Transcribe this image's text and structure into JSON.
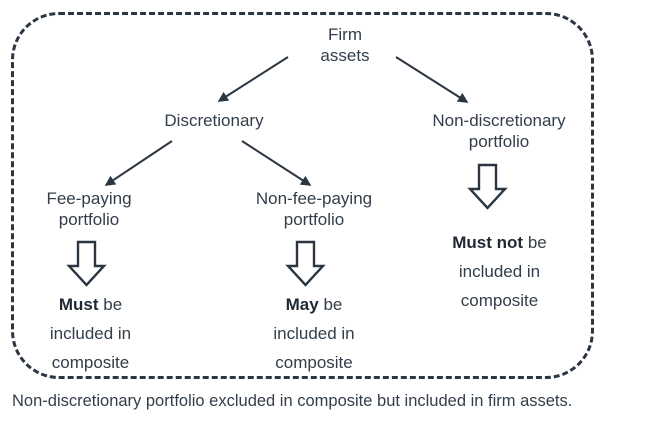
{
  "diagram": {
    "title_caption": "Non-discretionary portfolio excluded in composite but included in firm assets.",
    "border_color": "#2b3642",
    "text_color": "#333e4a",
    "nodes": {
      "root": "Firm\nassets",
      "discretionary": "Discretionary",
      "non_discretionary": "Non-discretionary\nportfolio",
      "fee_paying": "Fee-paying\nportfolio",
      "non_fee_paying": "Non-fee-paying\nportfolio"
    },
    "outcomes": {
      "fee_paying": {
        "emphasis": "Must",
        "rest": " be",
        "line2": "included in",
        "line3": "composite"
      },
      "non_fee_paying": {
        "emphasis": "May",
        "rest": " be",
        "line2": "included in",
        "line3": "composite"
      },
      "non_discretionary": {
        "emphasis": "Must not",
        "rest": " be",
        "line2": "included in",
        "line3": "composite"
      }
    },
    "connectors": [
      {
        "name": "firm-to-discretionary",
        "type": "line-arrow"
      },
      {
        "name": "firm-to-non-discretionary",
        "type": "line-arrow"
      },
      {
        "name": "discretionary-to-fee-paying",
        "type": "line-arrow"
      },
      {
        "name": "discretionary-to-non-fee-paying",
        "type": "line-arrow"
      },
      {
        "name": "fee-paying-to-outcome",
        "type": "block-arrow-down"
      },
      {
        "name": "non-fee-paying-to-outcome",
        "type": "block-arrow-down"
      },
      {
        "name": "non-discretionary-to-outcome",
        "type": "block-arrow-down"
      }
    ]
  }
}
